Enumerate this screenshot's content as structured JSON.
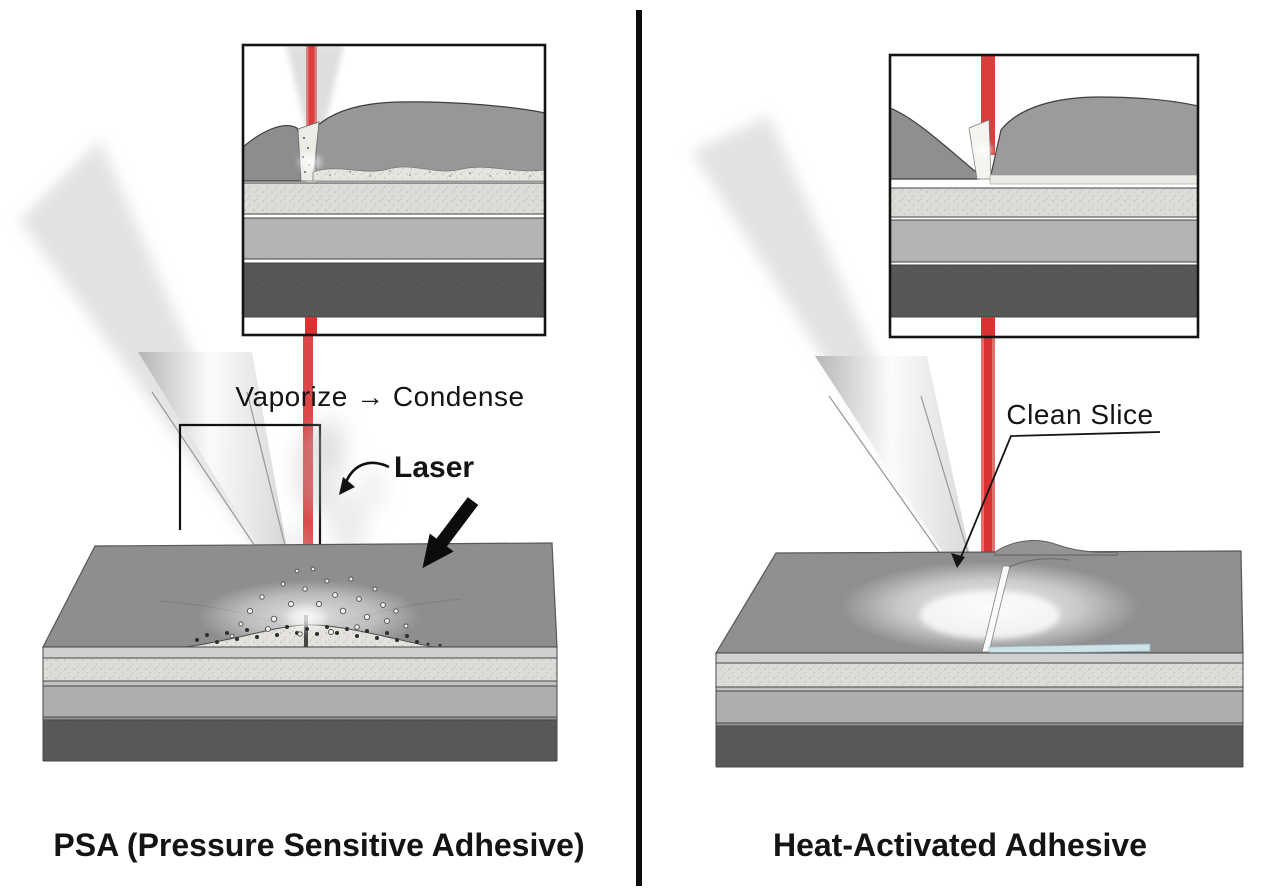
{
  "panels": {
    "left": {
      "annotation": "Vaporize → Condense",
      "laser_label": "Laser",
      "caption": "PSA (Pressure Sensitive Adhesive)"
    },
    "right": {
      "annotation": "Clean Slice",
      "caption": "Heat-Activated Adhesive"
    }
  },
  "colors": {
    "laser_red": "#d93232",
    "adhesive_blue": "#cfe3ea",
    "top_layer_gray": "#8e8e8e",
    "adhesive_layer_gray": "#dedcd8",
    "liner_gray": "#aeaeae",
    "base_dark_gray": "#575757",
    "divider_black": "#0b0b0b",
    "background": "#ffffff"
  }
}
